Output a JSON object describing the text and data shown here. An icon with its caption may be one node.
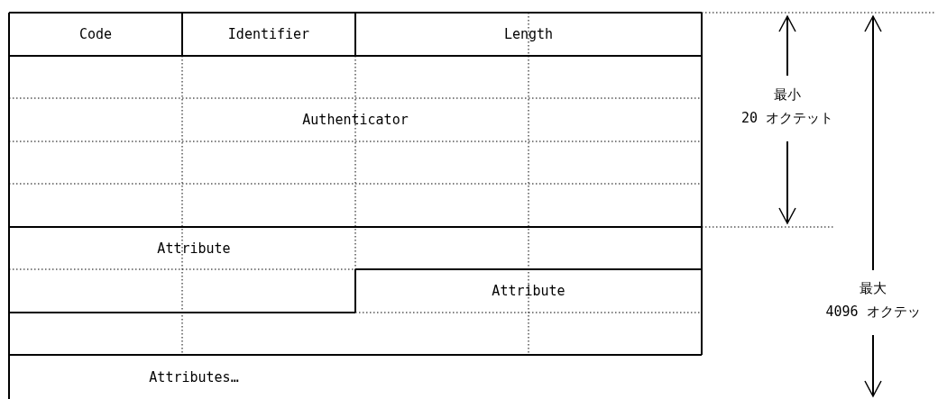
{
  "diagram": {
    "nodes": [
      {
        "text": [
          "Code"
        ]
      },
      {
        "text": [
          "Identifier"
        ]
      },
      {
        "text": [
          "Length"
        ]
      },
      {
        "text": [
          "Authenticator"
        ]
      },
      {
        "text": [
          "Attribute"
        ]
      },
      {
        "text": [
          "Attribute"
        ]
      },
      {
        "text": [
          "Attributes…"
        ]
      }
    ],
    "labels": [
      "最小 20 オクテット",
      "最大 4096 オクテッ"
    ]
  }
}
